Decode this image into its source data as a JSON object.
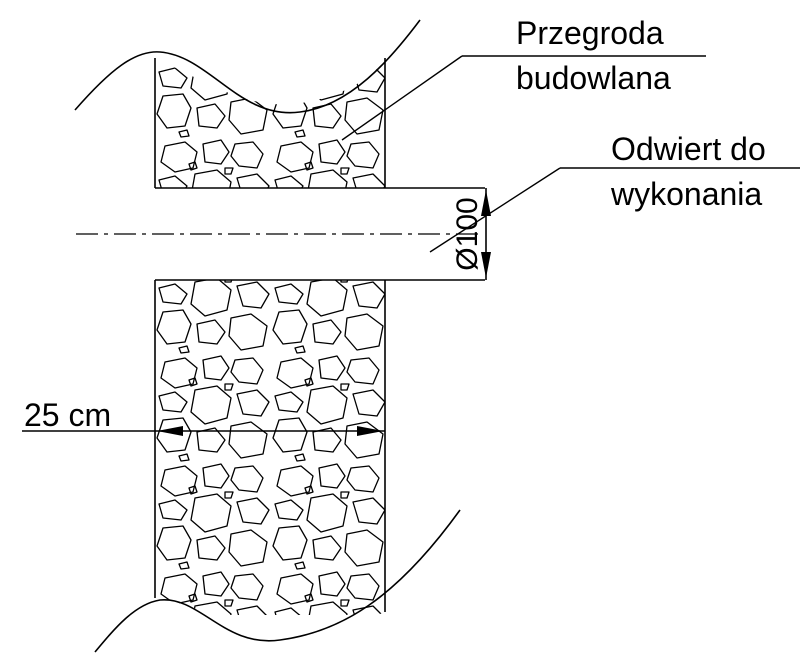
{
  "labels": {
    "partition_line1": "Przegroda",
    "partition_line2": "budowlana",
    "bore_line1": "Odwiert do",
    "bore_line2": "wykonania",
    "width": "25 cm",
    "diameter": "Ø100"
  },
  "colors": {
    "ink": "#000000",
    "background": "#ffffff"
  }
}
